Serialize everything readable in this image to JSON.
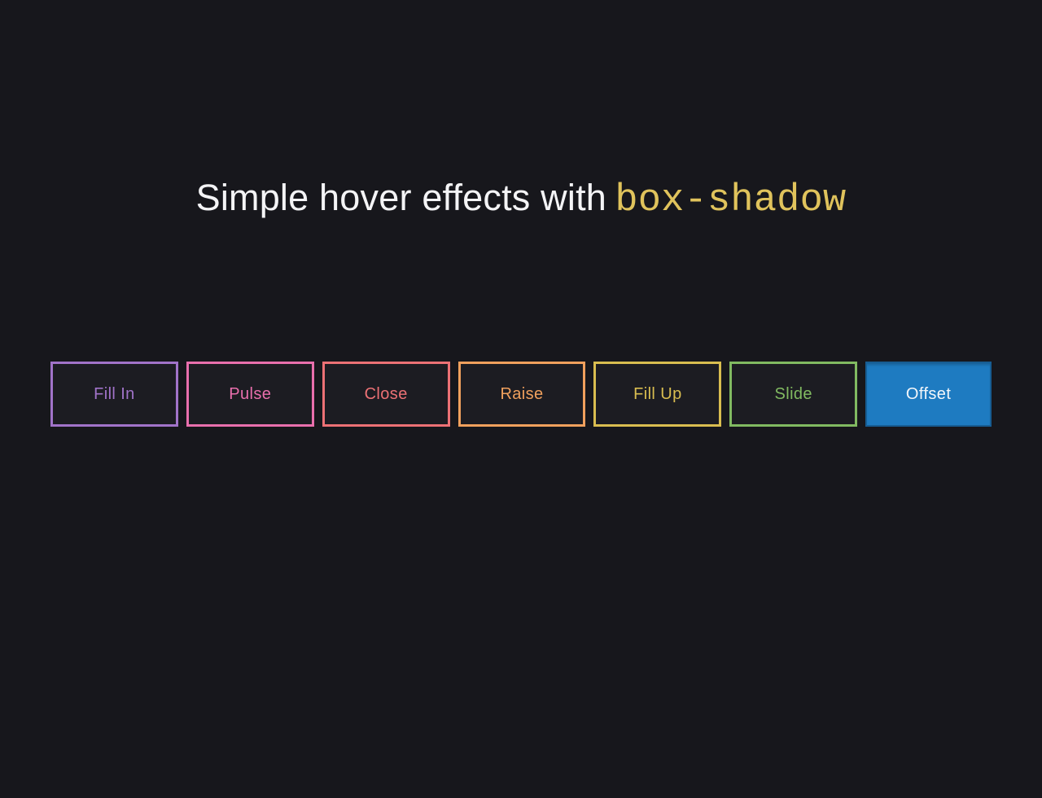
{
  "page": {
    "background": "#17171c",
    "title": {
      "text_regular": "Simple hover effects with",
      "text_code": "box-shadow",
      "regular_color": "#f4f4f6",
      "code_color": "#e0c35c"
    },
    "buttons": [
      {
        "label": "Fill In",
        "color": "#a173c9",
        "style": "outline"
      },
      {
        "label": "Pulse",
        "color": "#e96fad",
        "style": "outline"
      },
      {
        "label": "Close",
        "color": "#ec7175",
        "style": "outline"
      },
      {
        "label": "Raise",
        "color": "#f0a05d",
        "style": "outline"
      },
      {
        "label": "Fill Up",
        "color": "#d9bd50",
        "style": "outline"
      },
      {
        "label": "Slide",
        "color": "#81ba61",
        "style": "outline"
      },
      {
        "label": "Offset",
        "color": "#1e7bc1",
        "style": "filled",
        "text_color": "#f2f6fa"
      }
    ]
  }
}
